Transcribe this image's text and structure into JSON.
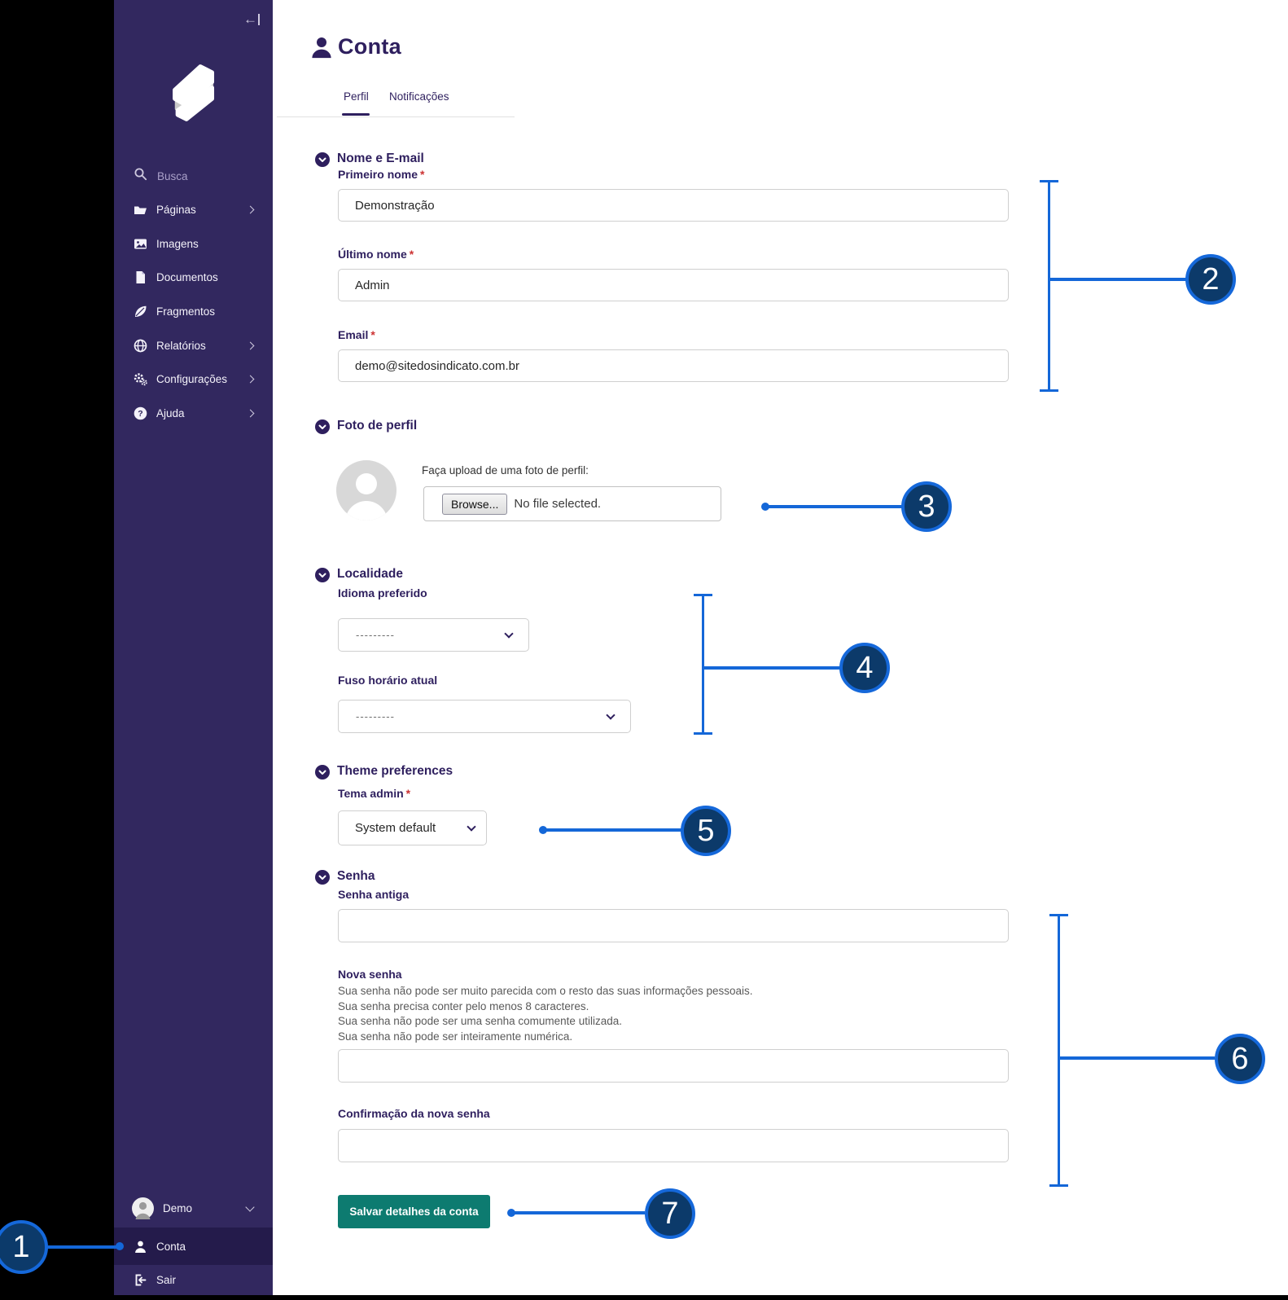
{
  "sidebar": {
    "search_placeholder": "Busca",
    "items": [
      {
        "label": "Páginas",
        "has_submenu": true
      },
      {
        "label": "Imagens",
        "has_submenu": false
      },
      {
        "label": "Documentos",
        "has_submenu": false
      },
      {
        "label": "Fragmentos",
        "has_submenu": false
      },
      {
        "label": "Relatórios",
        "has_submenu": true
      },
      {
        "label": "Configurações",
        "has_submenu": true
      },
      {
        "label": "Ajuda",
        "has_submenu": true
      }
    ],
    "footer": {
      "user_label": "Demo",
      "account_label": "Conta",
      "logout_label": "Sair"
    }
  },
  "header": {
    "title": "Conta",
    "tabs": [
      {
        "label": "Perfil",
        "active": true
      },
      {
        "label": "Notificações",
        "active": false
      }
    ]
  },
  "required_mark": "*",
  "sections": {
    "name_email": {
      "title": "Nome e E-mail",
      "first_name": {
        "label": "Primeiro nome",
        "value": "Demonstração"
      },
      "last_name": {
        "label": "Último nome",
        "value": "Admin"
      },
      "email": {
        "label": "Email",
        "value": "demo@sitedosindicato.com.br"
      }
    },
    "photo": {
      "title": "Foto de perfil",
      "caption": "Faça upload de uma foto de perfil:",
      "browse_label": "Browse...",
      "file_status": "No file selected."
    },
    "locale": {
      "title": "Localidade",
      "language": {
        "label": "Idioma preferido",
        "value": "---------"
      },
      "timezone": {
        "label": "Fuso horário atual",
        "value": "---------"
      }
    },
    "theme": {
      "title": "Theme preferences",
      "admin_theme": {
        "label": "Tema admin",
        "value": "System default"
      }
    },
    "password": {
      "title": "Senha",
      "old": {
        "label": "Senha antiga"
      },
      "new": {
        "label": "Nova senha",
        "rules": [
          "Sua senha não pode ser muito parecida com o resto das suas informações pessoais.",
          "Sua senha precisa conter pelo menos 8 caracteres.",
          "Sua senha não pode ser uma senha comumente utilizada.",
          "Sua senha não pode ser inteiramente numérica."
        ]
      },
      "confirm": {
        "label": "Confirmação da nova senha"
      }
    }
  },
  "save_button_label": "Salvar detalhes da conta",
  "callouts": {
    "c1": "1",
    "c2": "2",
    "c3": "3",
    "c4": "4",
    "c5": "5",
    "c6": "6",
    "c7": "7"
  },
  "colors": {
    "sidebar": "#32285f",
    "sidebar_active": "#241b4b",
    "heading_navy": "#2e1f5e",
    "save_teal": "#0d7b70",
    "callout_line": "#1467d8",
    "callout_fill": "#0c3a6a"
  }
}
